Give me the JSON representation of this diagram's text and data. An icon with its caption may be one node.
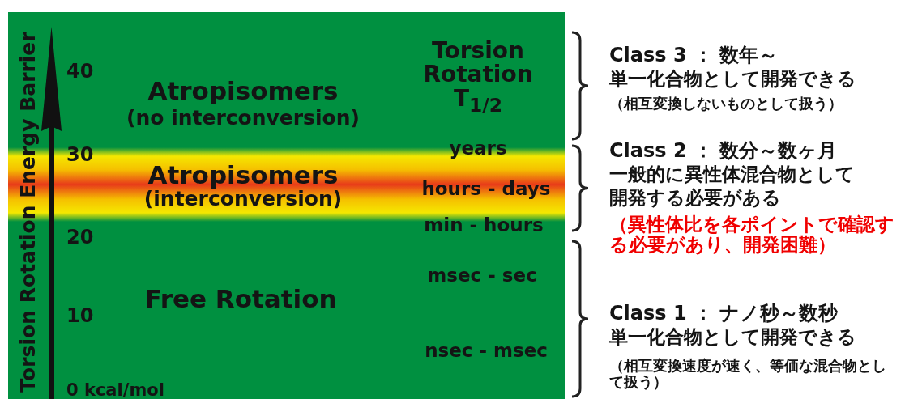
{
  "diagram": {
    "labels": [
      "Torsion Rotation Energy Barrier",
      "40",
      "Atropisomers",
      "(no interconversion)",
      "Torsion Rotation T$_{1/2}$",
      "30",
      "years",
      "Atropisomers",
      "(interconversion)",
      "hours - days",
      "20",
      "min - hours",
      "msec - sec",
      "Free Rotation",
      "10",
      "nsec - msec",
      "0 kcal/mol",
      "Class 3 ： 数年～",
      "単一化合物として開発できる",
      "（相互変換しないものとして扱う）",
      "Class 2 ： 数分～数ヶ月",
      "一般的に異性体混合物として",
      "開発する必要がある",
      "（異性体比を各ポイントで確認する必要があり、開発困難）",
      "Class 1 ： ナノ秒～数秒",
      "単一化合物として開発できる",
      "（相互変換速度が速く、等価な混合物として扱う）"
    ]
  }
}
